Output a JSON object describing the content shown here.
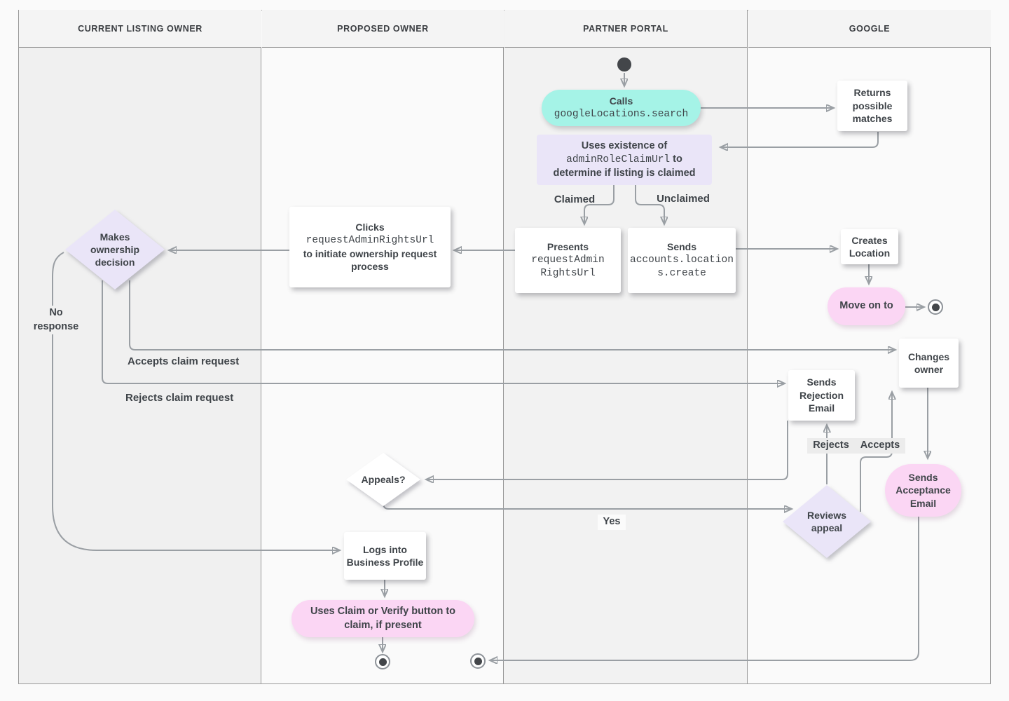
{
  "lanes": [
    "CURRENT LISTING OWNER",
    "PROPOSED OWNER",
    "PARTNER PORTAL",
    "GOOGLE"
  ],
  "nodes": {
    "start": "start",
    "calls": {
      "title": "Calls",
      "code": "googleLocations.search"
    },
    "returns_matches": "Returns possible matches",
    "uses_existence": {
      "pre": "Uses existence of",
      "code": "adminRoleClaimUrl",
      "post": "to determine if listing is claimed"
    },
    "presents": {
      "title": "Presents",
      "code": "requestAdminRightsUrl"
    },
    "sends_create": {
      "title": "Sends",
      "code": "accounts.locations.create"
    },
    "creates_location": "Creates Location",
    "move_on_to": "Move on to",
    "clicks": {
      "pre": "Clicks",
      "code": "requestAdminRightsUrl",
      "post": "to initiate ownership request process"
    },
    "makes_decision": "Makes ownership decision",
    "sends_rejection": "Sends Rejection Email",
    "changes_owner": "Changes owner",
    "sends_acceptance": "Sends Acceptance Email",
    "appeals": "Appeals?",
    "reviews_appeal": "Reviews appeal",
    "logs_in": "Logs into Business Profile",
    "uses_claim": "Uses Claim or Verify button to claim, if present"
  },
  "edge_labels": {
    "claimed": "Claimed",
    "unclaimed": "Unclaimed",
    "no_response": "No response",
    "accepts_claim": "Accepts claim request",
    "rejects_claim": "Rejects claim request",
    "rejects": "Rejects",
    "accepts": "Accepts",
    "yes": "Yes"
  },
  "colors": {
    "teal": "#a5f3e7",
    "lavender": "#eae5f8",
    "pink": "#fbd6f4",
    "line": "#9a9fa4",
    "arrow": "#8c9196",
    "text": "#3f4449"
  }
}
